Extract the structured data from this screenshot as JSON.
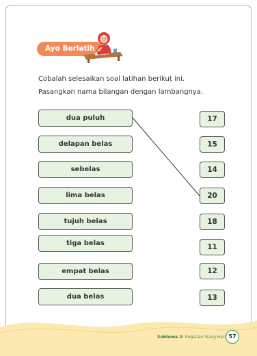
{
  "section": {
    "label": "Ayo Berlatih"
  },
  "instructions": [
    "Cobalah selesaikan soal latihan berikut ini.",
    "Pasangkan nama bilangan dengan lambangnya."
  ],
  "number_names": [
    "dua puluh",
    "delapan belas",
    "sebelas",
    "lima belas",
    "tujuh belas",
    "tiga belas",
    "empat belas",
    "dua belas"
  ],
  "numerals": [
    "17",
    "15",
    "14",
    "20",
    "18",
    "11",
    "12",
    "13"
  ],
  "example_match": {
    "from": "dua puluh",
    "to": "20"
  },
  "colors": {
    "badge": "#f08a5a",
    "box_fill": "#e6f3e0",
    "page_border": "#f0a65a",
    "footer_wave": "#fbe9b0"
  },
  "footer": {
    "subtema_label": "Subtema 2:",
    "subtema_title": "Kegiatan Siang Hari",
    "page_number": "57"
  }
}
